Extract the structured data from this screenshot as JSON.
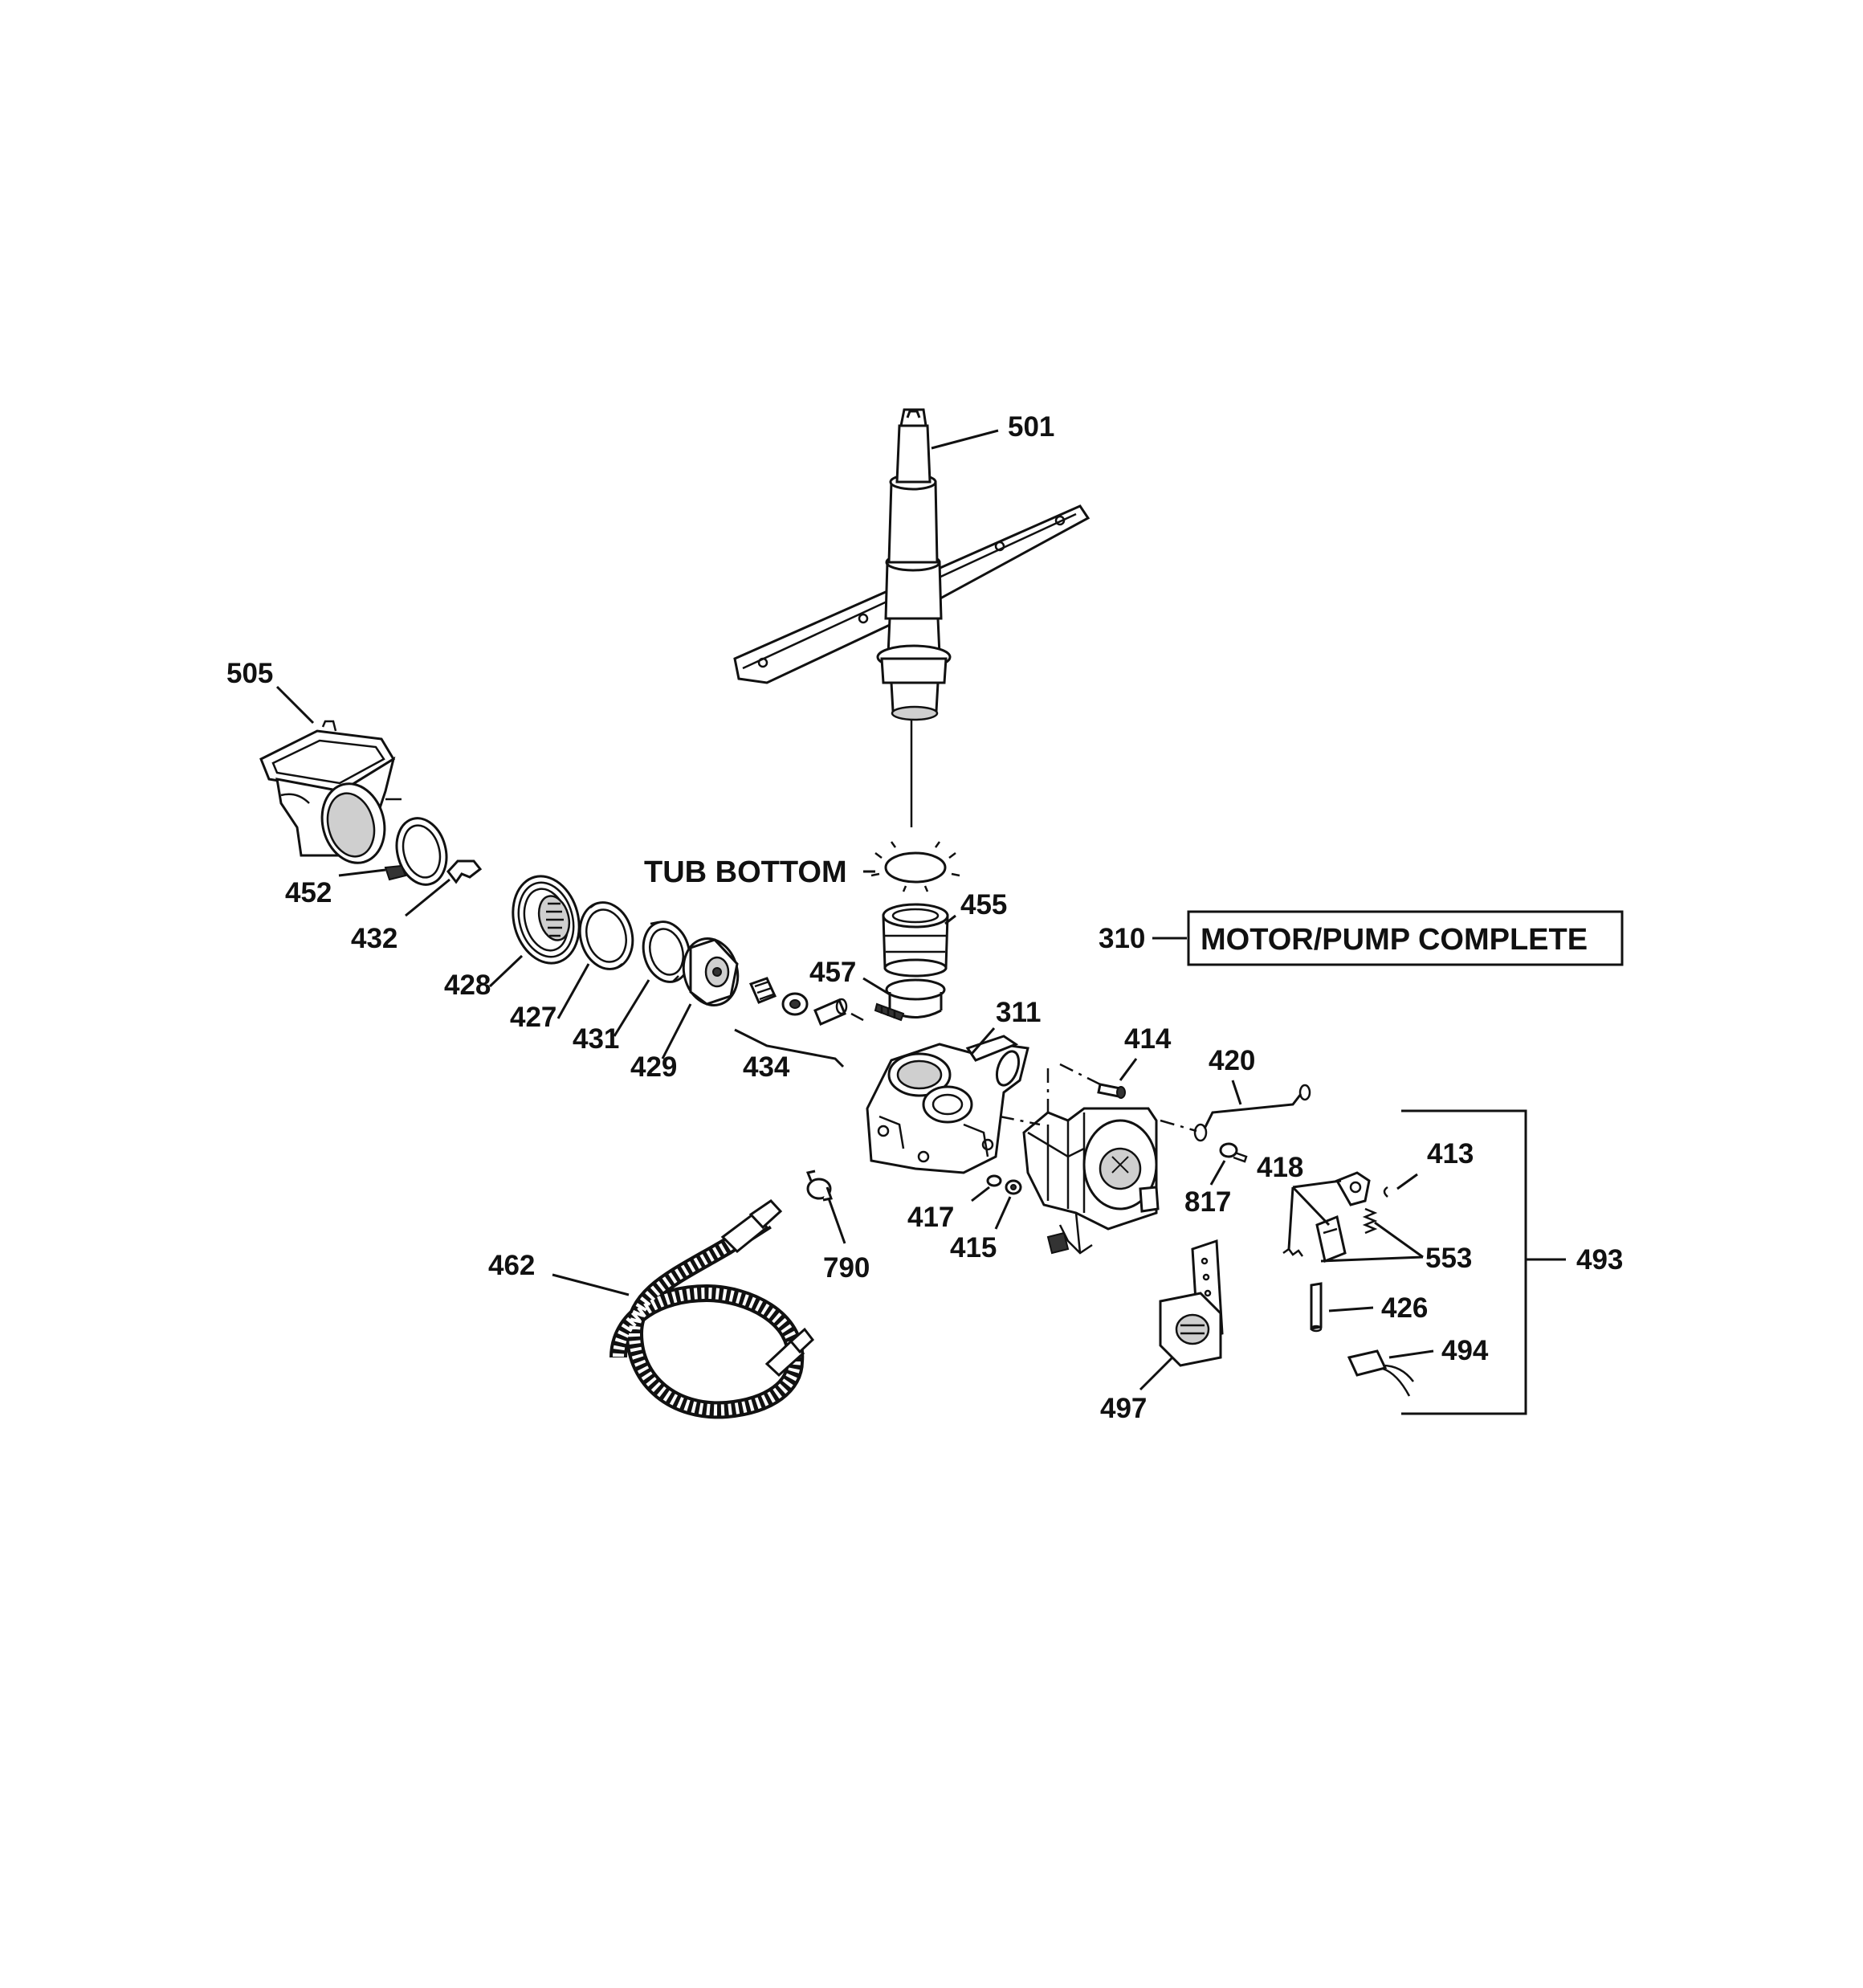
{
  "labels": {
    "p501": "501",
    "p505": "505",
    "p452": "452",
    "p432": "432",
    "p428": "428",
    "p427": "427",
    "p431": "431",
    "p429": "429",
    "p434": "434",
    "tub_bottom": "TUB BOTTOM",
    "p455": "455",
    "p457": "457",
    "p311": "311",
    "p414": "414",
    "p420": "420",
    "p310": "310",
    "motor_pump_complete": "MOTOR/PUMP COMPLETE",
    "p413": "413",
    "p418": "418",
    "p817": "817",
    "p553": "553",
    "p493": "493",
    "p417": "417",
    "p415": "415",
    "p790": "790",
    "p462": "462",
    "p426": "426",
    "p494": "494",
    "p497": "497"
  }
}
